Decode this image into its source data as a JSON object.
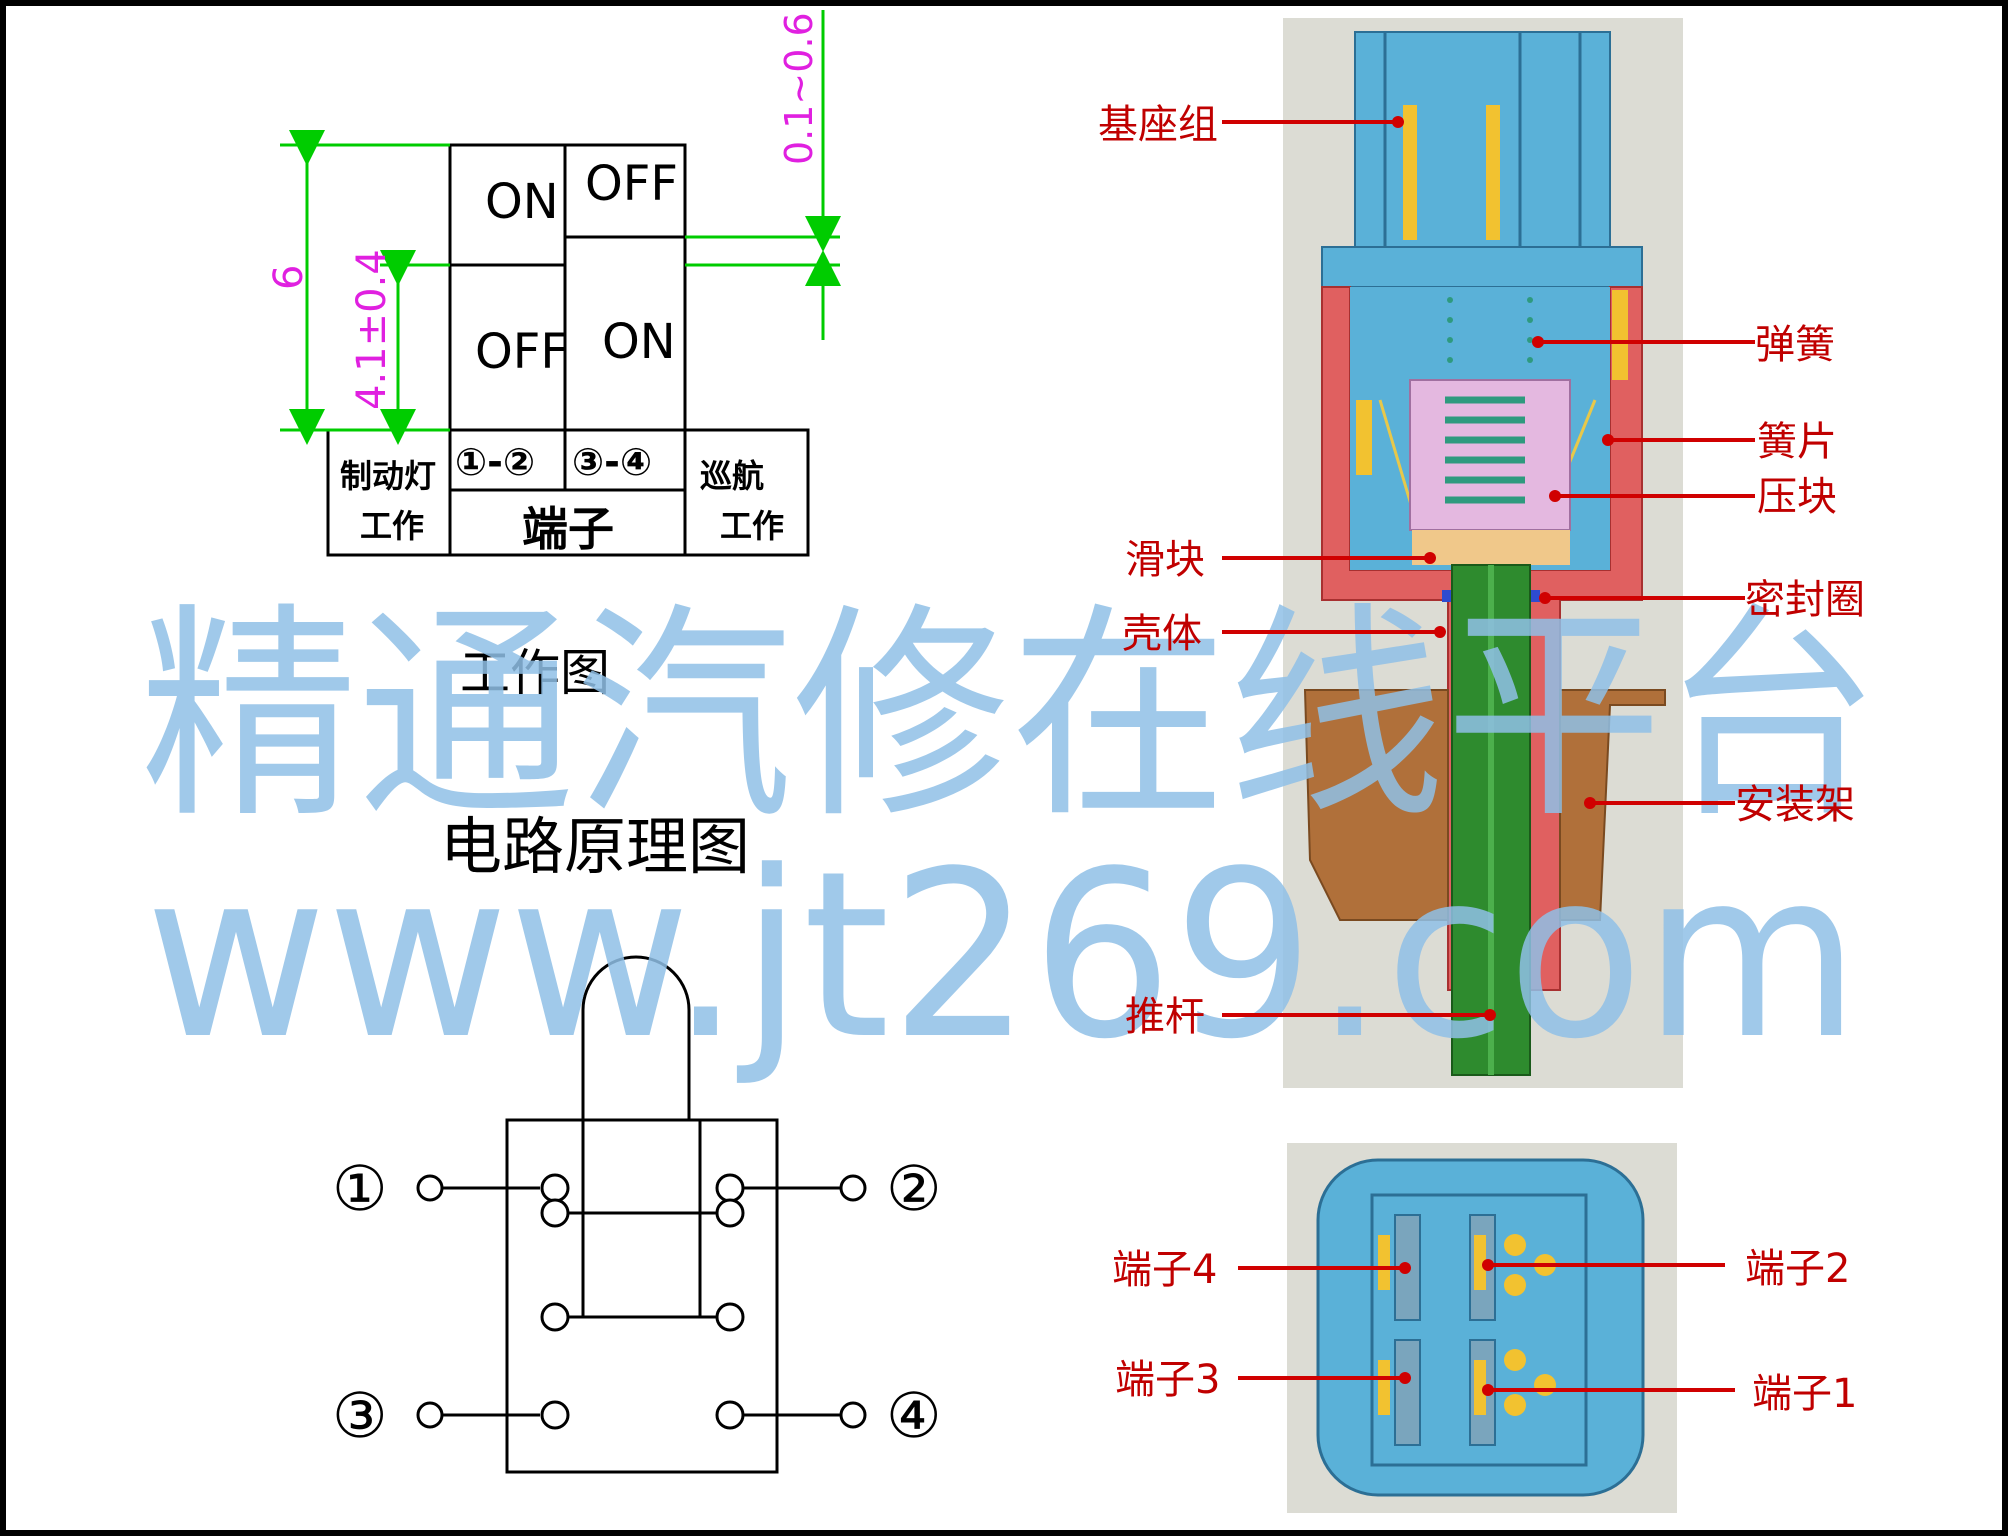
{
  "working_diagram": {
    "title": "工作图",
    "dimensions": {
      "total": "6",
      "lower": "4.1±0.4",
      "gap": "0.1~0.6"
    },
    "states": {
      "col1_top": "ON",
      "col2_top": "OFF",
      "col1_bottom": "OFF",
      "col2_bottom": "ON"
    },
    "table": {
      "left_label_line1": "制动灯",
      "left_label_line2": "工作",
      "terminal_pair_1": "①-②",
      "terminal_pair_2": "③-④",
      "terminal_caption": "端子",
      "right_label_line1": "巡航",
      "right_label_line2": "工作"
    }
  },
  "circuit_diagram": {
    "title": "电路原理图",
    "terminals": [
      "①",
      "②",
      "③",
      "④"
    ]
  },
  "switch_parts": {
    "labels": [
      "基座组",
      "弹簧",
      "簧片",
      "压块",
      "滑块",
      "密封圈",
      "壳体",
      "安装架",
      "推杆"
    ]
  },
  "connector": {
    "labels": [
      "端子4",
      "端子2",
      "端子3",
      "端子1"
    ]
  },
  "watermark": {
    "line1": "精通汽修在线平台",
    "line2": "www.jt269.com"
  },
  "colors": {
    "dimension_green": "#00cc00",
    "dimension_magenta": "#e020e0",
    "callout_red": "#d00000",
    "connector_blue": "#5ab1d8",
    "housing_red": "#e06060",
    "pushrod_green": "#2e8b2e",
    "bracket_brown": "#b0703a",
    "watermark_blue": "#8fbfe6"
  }
}
